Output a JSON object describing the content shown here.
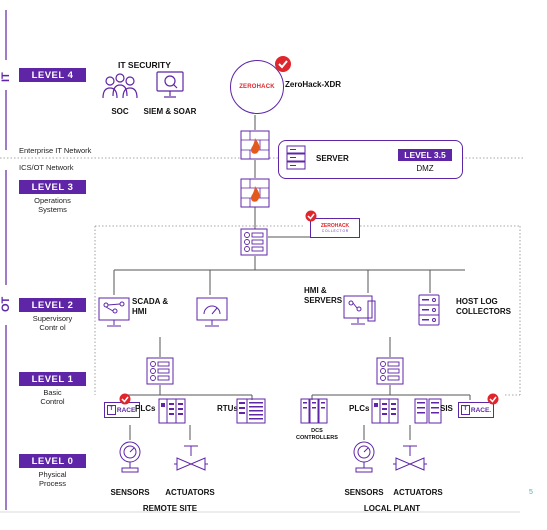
{
  "side_labels": {
    "it": "IT",
    "ot": "OT"
  },
  "levels": [
    {
      "id": "level4",
      "label": "LEVEL 4",
      "sub": ""
    },
    {
      "id": "level3",
      "label": "LEVEL 3",
      "sub": "Operations\nSystems"
    },
    {
      "id": "level2",
      "label": "LEVEL 2",
      "sub": "Supervisory\nContr ol"
    },
    {
      "id": "level1",
      "label": "LEVEL 1",
      "sub": "Basic\nControl"
    },
    {
      "id": "level0",
      "label": "LEVEL 0",
      "sub": "Physical\nProcess"
    }
  ],
  "networks": {
    "enterprise": "Enterprise IT Network",
    "ics": "ICS/OT Network"
  },
  "it_security": {
    "title": "IT SECURITY",
    "soc": "SOC",
    "siem": "SIEM & SOAR"
  },
  "zerohack": {
    "logo": "ZEROHACK",
    "label": "ZeroHack-XDR",
    "collector_logo": "ZEROHACK",
    "collector_sub": "C O L L E C T O R"
  },
  "dmz": {
    "server": "SERVER",
    "level": "LEVEL 3.5",
    "dmz": "DMZ"
  },
  "supervisory": {
    "scada": "SCADA &\nHMI",
    "hmi_servers": "HMI &\nSERVERS",
    "host_log": "HOST LOG\nCOLLECTORS"
  },
  "remote": {
    "trace": "RACE.",
    "plcs": "PLCs",
    "rtus": "RTUs",
    "sensors": "SENSORS",
    "actuators": "ACTUATORS",
    "site": "REMOTE SITE"
  },
  "local": {
    "dcs": "DCS\nCONTROLLERS",
    "plcs": "PLCs",
    "sis": "SIS",
    "trace": "RACE.",
    "sensors": "SENSORS",
    "actuators": "ACTUATORS",
    "site": "LOCAL PLANT"
  },
  "page_number": "5",
  "colors": {
    "purple": "#5e25a7",
    "red": "#e0262d",
    "orange": "#e35a1e",
    "gray": "#8a8a8a"
  }
}
